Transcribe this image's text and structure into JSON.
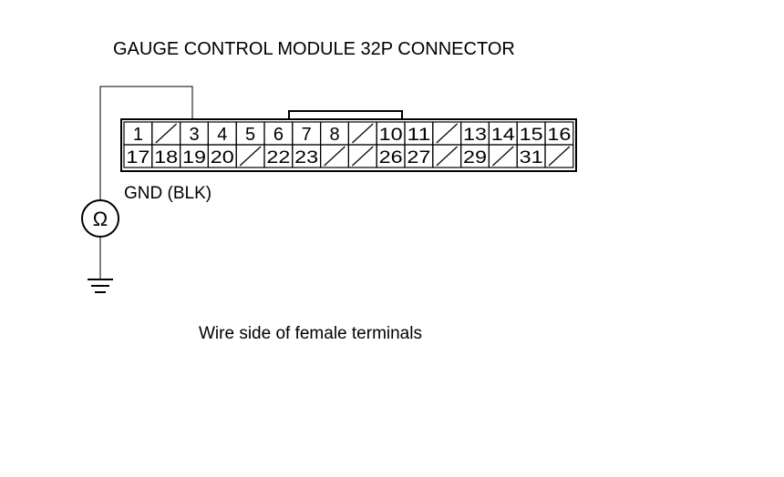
{
  "title": "GAUGE CONTROL MODULE 32P CONNECTOR",
  "ground_label": "GND (BLK)",
  "meter_symbol": "Ω",
  "caption": "Wire side of female terminals",
  "icons": {
    "meter": "ohmmeter-icon",
    "ground": "ground-symbol-icon"
  },
  "connector": {
    "rows": [
      [
        "1",
        "",
        "3",
        "4",
        "5",
        "6",
        "7",
        "8",
        "",
        "10",
        "11",
        "",
        "13",
        "14",
        "15",
        "16"
      ],
      [
        "17",
        "18",
        "19",
        "20",
        "",
        "22",
        "23",
        "",
        "",
        "26",
        "27",
        "",
        "29",
        "",
        "31",
        ""
      ]
    ],
    "probe_terminal": "3"
  }
}
